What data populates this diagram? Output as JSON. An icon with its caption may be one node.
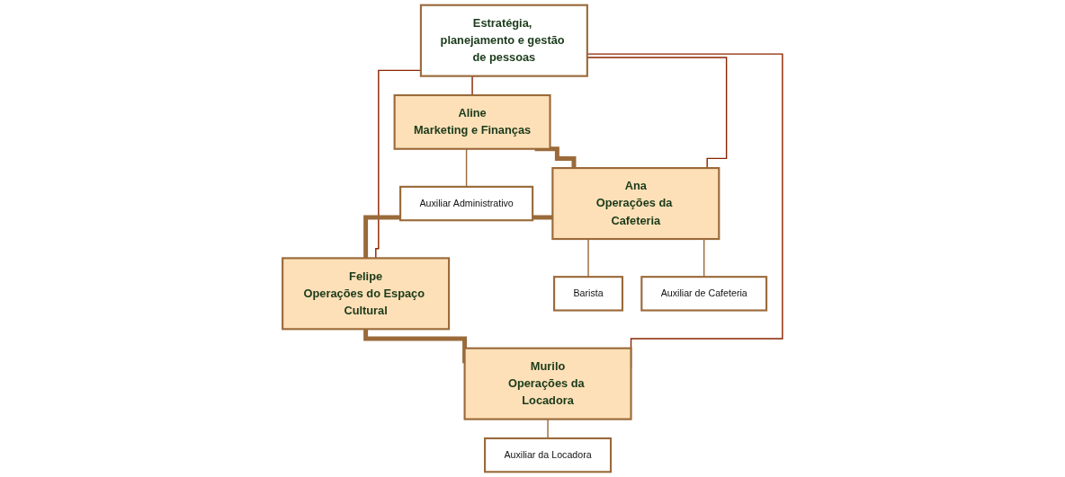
{
  "diagram": {
    "nodes": [
      {
        "text": [
          "Estratégia, planejamento e gestão de pessoas"
        ]
      },
      {
        "text": [
          "Aline",
          "Marketing e Finanças"
        ]
      },
      {
        "text": [
          "Ana",
          "Operações da Cafeteria"
        ]
      },
      {
        "text": [
          "Felipe",
          "Operações do Espaço Cultural"
        ]
      },
      {
        "text": [
          "Murilo",
          "Operações da Locadora"
        ]
      },
      {
        "text": [
          "Auxiliar Administrativo"
        ]
      },
      {
        "text": [
          "Barista"
        ]
      },
      {
        "text": [
          "Auxiliar de Cafeteria"
        ]
      },
      {
        "text": [
          "Auxiliar da Locadora"
        ]
      }
    ],
    "edges": [
      {
        "from": 0,
        "to": 1,
        "arrow": "none",
        "color": "#8b2500"
      },
      {
        "from": 0,
        "to": 2,
        "arrow": "none",
        "color": "#8b2500"
      },
      {
        "from": 0,
        "to": 3,
        "arrow": "none",
        "color": "#8b2500"
      },
      {
        "from": 0,
        "to": 4,
        "arrow": "none",
        "color": "#8b2500"
      },
      {
        "from": 1,
        "to": 2,
        "arrow": "none",
        "style": "thick"
      },
      {
        "from": 2,
        "to": 3,
        "arrow": "none",
        "style": "thick"
      },
      {
        "from": 3,
        "to": 4,
        "arrow": "none",
        "style": "thick"
      },
      {
        "from": 1,
        "to": 5,
        "arrow": "none"
      },
      {
        "from": 2,
        "to": 6,
        "arrow": "none"
      },
      {
        "from": 2,
        "to": 7,
        "arrow": "none"
      },
      {
        "from": 4,
        "to": 8,
        "arrow": "none"
      }
    ]
  }
}
